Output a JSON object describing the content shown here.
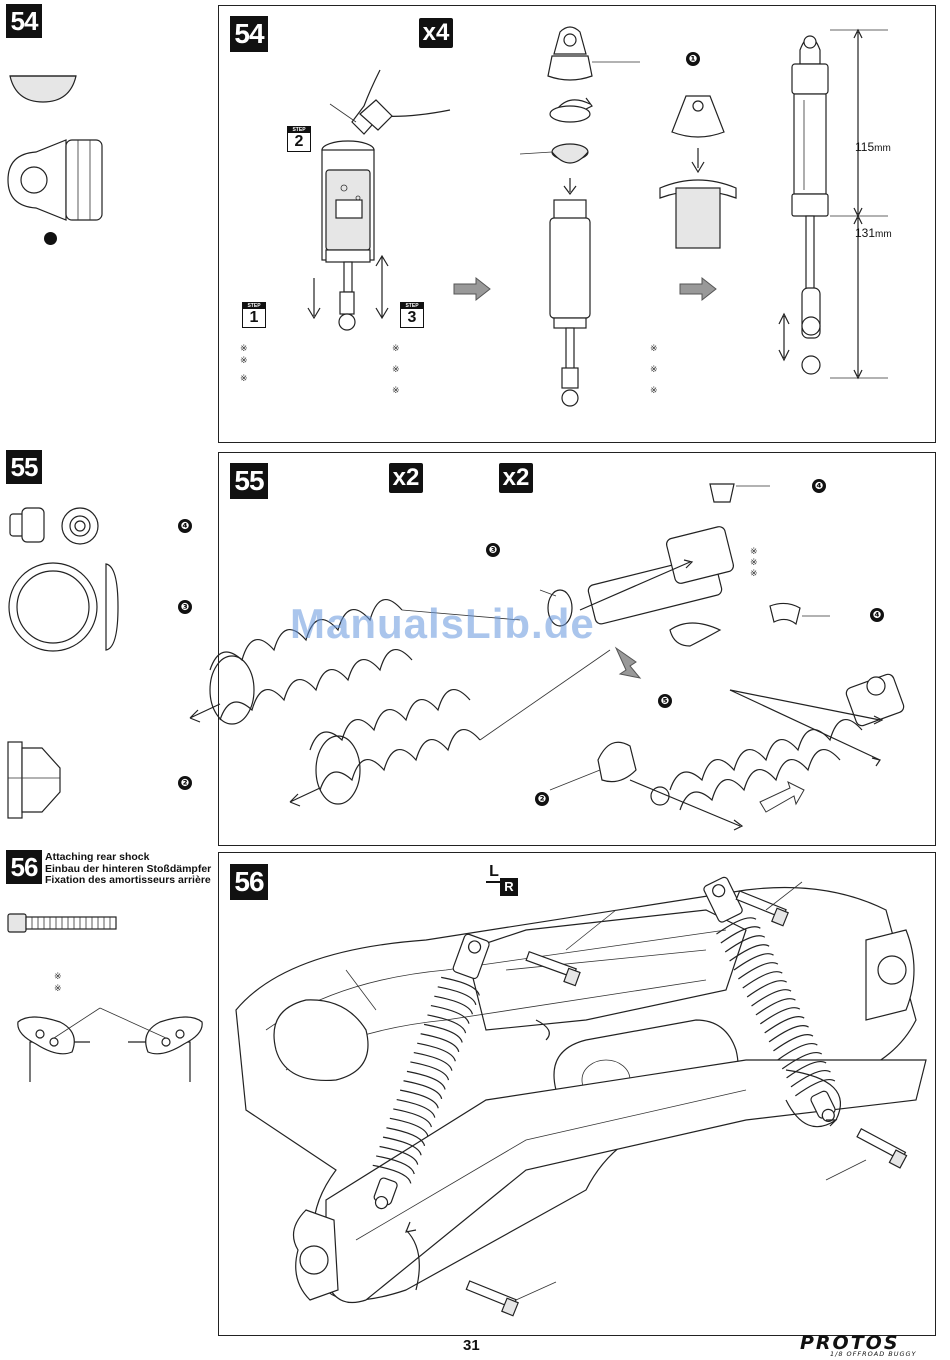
{
  "steps": {
    "s54": {
      "badge_side": "54",
      "badge_panel": "54",
      "multiplier": "x4"
    },
    "s55": {
      "badge_side": "55",
      "badge_panel": "55",
      "multiplier_a": "x2",
      "multiplier_b": "x2"
    },
    "s56": {
      "badge_side": "56",
      "badge_panel": "56",
      "title_en": "Attaching rear shock",
      "title_de": "Einbau der hinteren Stoßdämpfer",
      "title_fr": "Fixation des amortisseurs arrière"
    }
  },
  "sub_steps": [
    {
      "label": "STEP",
      "number": "2"
    },
    {
      "label": "STEP",
      "number": "1"
    },
    {
      "label": "STEP",
      "number": "3"
    }
  ],
  "part_numbers": {
    "n1": "❶",
    "n2": "❷",
    "n3": "❸",
    "n4": "❹",
    "n5": "❺"
  },
  "dimensions": {
    "upper": "115",
    "lower": "131",
    "unit": "mm"
  },
  "note_mark": "※",
  "lr_icon": {
    "left": "L",
    "right": "R"
  },
  "watermark": "ManualsLib.de",
  "page_number": "31",
  "brand": {
    "logo": "PROTOS",
    "tagline": "1/8 OFFROAD BUGGY"
  }
}
